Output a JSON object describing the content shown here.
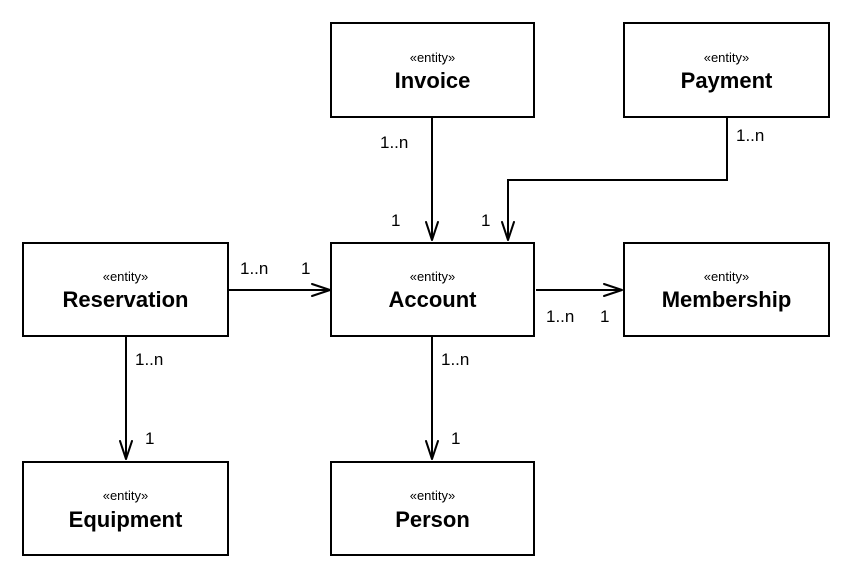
{
  "diagram": {
    "stereotype": "«entity»",
    "entities": [
      {
        "id": "invoice",
        "name": "Invoice"
      },
      {
        "id": "payment",
        "name": "Payment"
      },
      {
        "id": "reservation",
        "name": "Reservation"
      },
      {
        "id": "account",
        "name": "Account"
      },
      {
        "id": "membership",
        "name": "Membership"
      },
      {
        "id": "equipment",
        "name": "Equipment"
      },
      {
        "id": "person",
        "name": "Person"
      }
    ],
    "relationships": [
      {
        "from": "Invoice",
        "to": "Account",
        "source_multiplicity": "1..n",
        "target_multiplicity": "1"
      },
      {
        "from": "Payment",
        "to": "Account",
        "source_multiplicity": "1..n",
        "target_multiplicity": "1"
      },
      {
        "from": "Reservation",
        "to": "Account",
        "source_multiplicity": "1..n",
        "target_multiplicity": "1"
      },
      {
        "from": "Account",
        "to": "Membership",
        "source_multiplicity": "1..n",
        "target_multiplicity": "1"
      },
      {
        "from": "Reservation",
        "to": "Equipment",
        "source_multiplicity": "1..n",
        "target_multiplicity": "1"
      },
      {
        "from": "Account",
        "to": "Person",
        "source_multiplicity": "1..n",
        "target_multiplicity": "1"
      }
    ]
  }
}
